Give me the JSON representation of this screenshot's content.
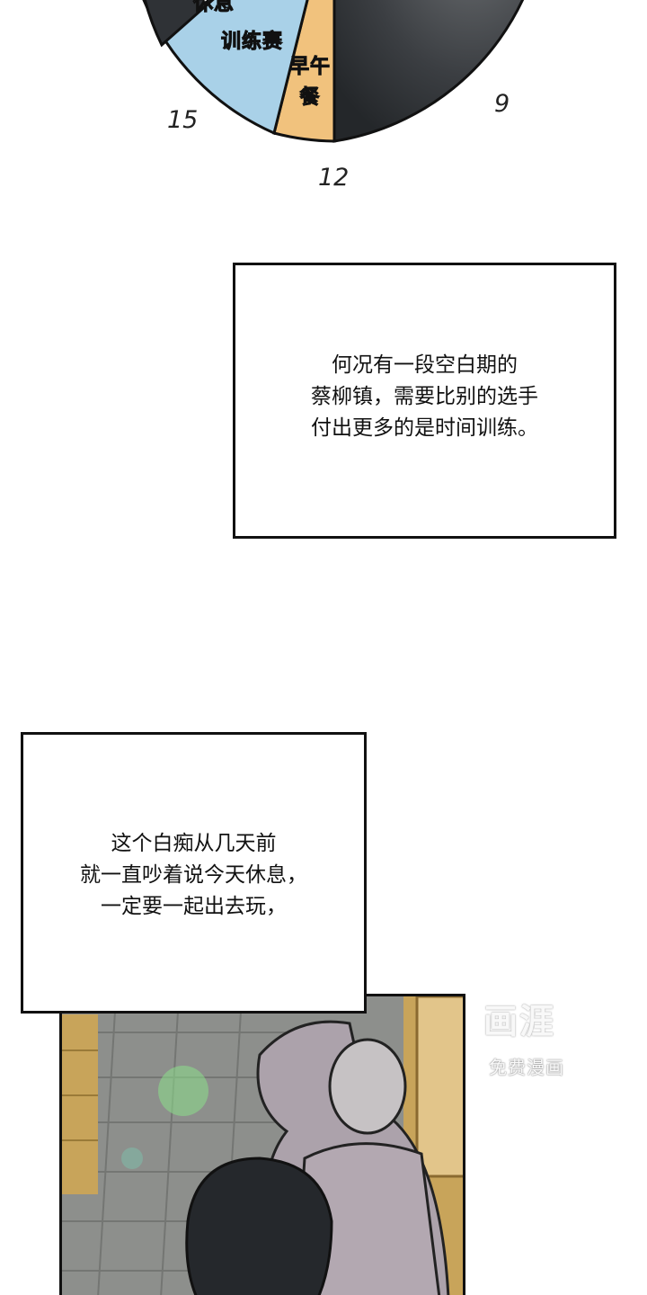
{
  "pie": {
    "labels": [
      {
        "text": "休息",
        "color": "#2f3236"
      },
      {
        "text": "训练赛",
        "color": "#a9d1e8"
      },
      {
        "text": "早午餐",
        "color": "#f1c27d"
      }
    ],
    "clock": {
      "n15": "15",
      "n12": "12",
      "n9": "9"
    }
  },
  "box1": {
    "lines": [
      "何况有一段空白期的",
      "蔡柳镇，需要比别的选手",
      "付出更多的是时间训练。"
    ]
  },
  "box2": {
    "lines": [
      "这个白痴从几天前",
      "就一直吵着说今天休息，",
      "一定要一起出去玩，"
    ]
  },
  "watermark": {
    "logo": "画涯",
    "sub": "免费漫画"
  }
}
